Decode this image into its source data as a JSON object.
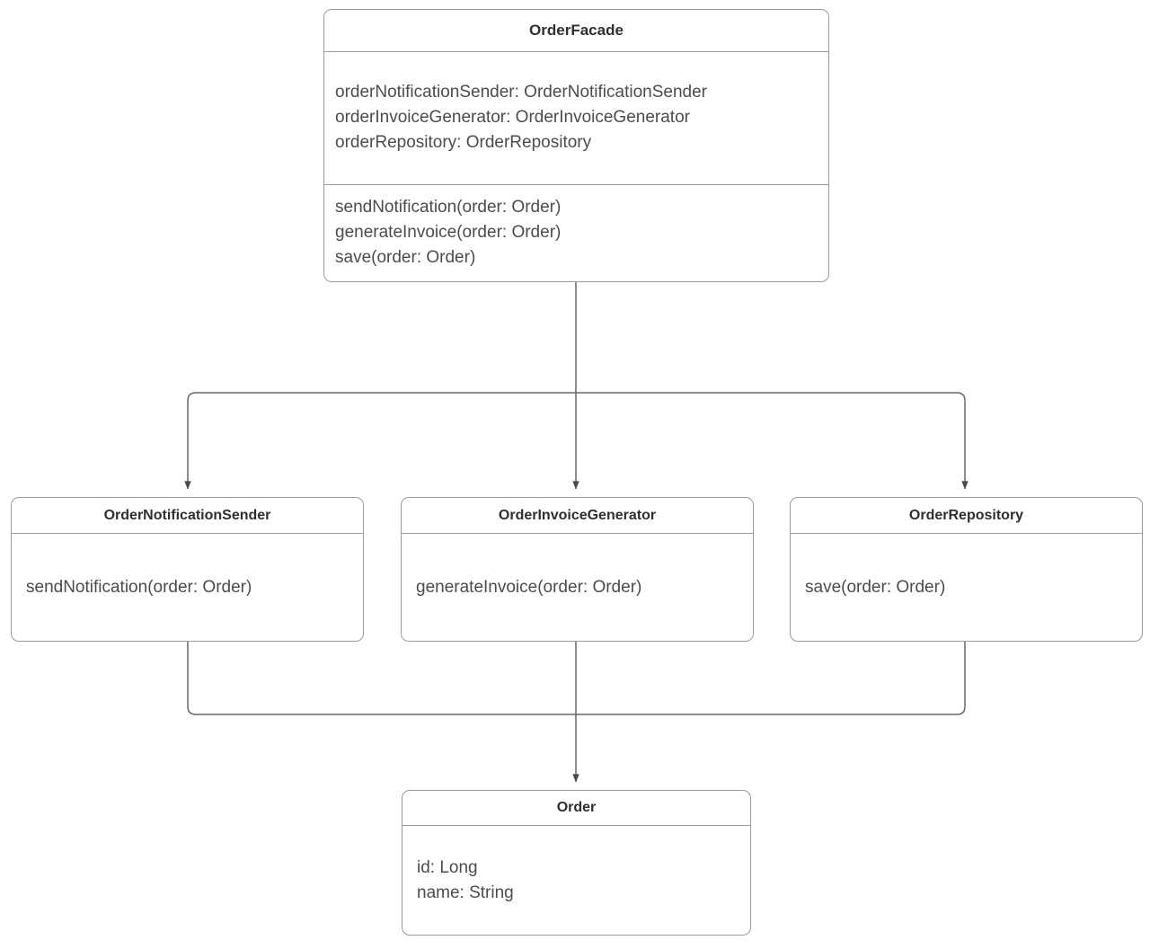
{
  "diagram": {
    "type": "uml-class-diagram",
    "title": "OrderFacade",
    "colors": {
      "background": "#ffffff",
      "border": "#9b9b9b",
      "connector": "#555555",
      "title_text": "#2f2f2f",
      "body_text": "#4c4c4c"
    },
    "classes": [
      {
        "id": "orderfacade",
        "name": "OrderFacade",
        "attributes": [
          "orderNotificationSender: OrderNotificationSender",
          "orderInvoiceGenerator: OrderInvoiceGenerator",
          "orderRepository: OrderRepository"
        ],
        "operations": [
          "sendNotification(order: Order)",
          "generateInvoice(order: Order)",
          "save(order: Order)"
        ]
      },
      {
        "id": "ordernotificationsender",
        "name": "OrderNotificationSender",
        "attributes": [],
        "operations": [
          "sendNotification(order: Order)"
        ]
      },
      {
        "id": "orderinvoicegenerator",
        "name": "OrderInvoiceGenerator",
        "attributes": [],
        "operations": [
          "generateInvoice(order: Order)"
        ]
      },
      {
        "id": "orderrepository",
        "name": "OrderRepository",
        "attributes": [],
        "operations": [
          "save(order: Order)"
        ]
      },
      {
        "id": "order",
        "name": "Order",
        "attributes": [
          "id: Long",
          "name: String"
        ],
        "operations": []
      }
    ],
    "relations": [
      {
        "from": "OrderFacade",
        "to": "OrderNotificationSender",
        "kind": "dependency-arrow"
      },
      {
        "from": "OrderFacade",
        "to": "OrderInvoiceGenerator",
        "kind": "dependency-arrow"
      },
      {
        "from": "OrderFacade",
        "to": "OrderRepository",
        "kind": "dependency-arrow"
      },
      {
        "from": "OrderNotificationSender",
        "to": "Order",
        "kind": "dependency-arrow"
      },
      {
        "from": "OrderInvoiceGenerator",
        "to": "Order",
        "kind": "dependency-arrow"
      },
      {
        "from": "OrderRepository",
        "to": "Order",
        "kind": "dependency-arrow"
      }
    ]
  }
}
